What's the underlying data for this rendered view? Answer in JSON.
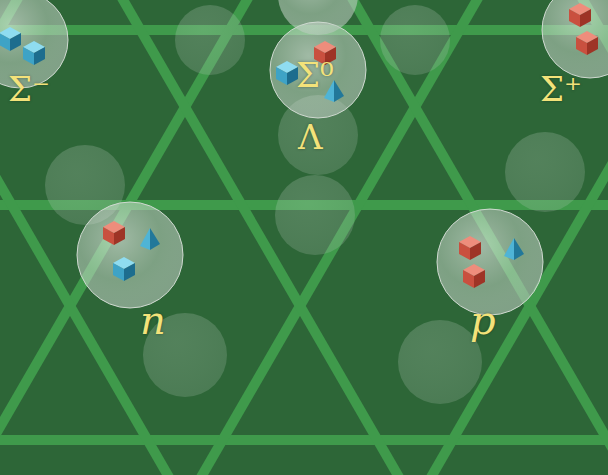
{
  "diagram": {
    "labels": [
      "Σ⁻",
      "Σ⁰",
      "Λ",
      "Σ⁺",
      "n",
      "p"
    ]
  }
}
